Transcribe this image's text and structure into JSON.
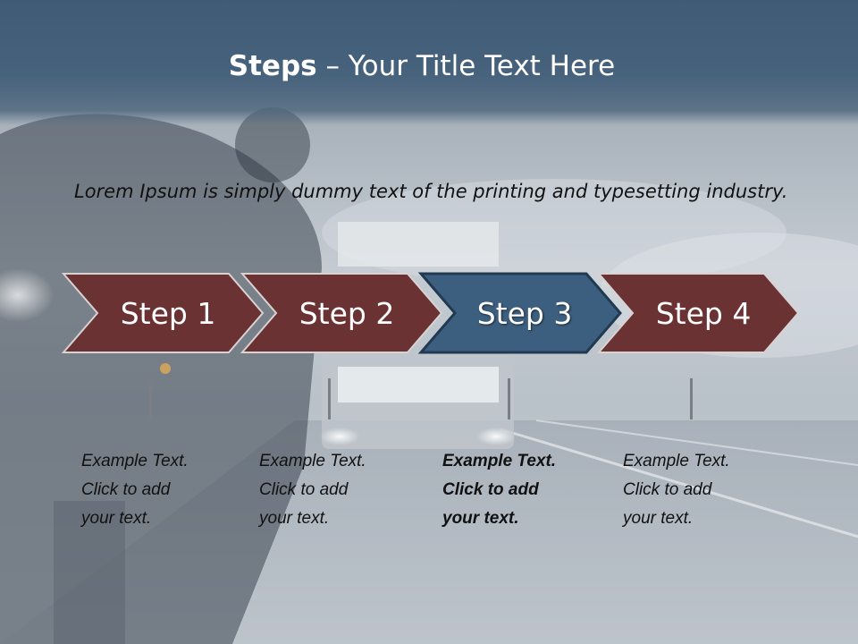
{
  "slide": {
    "title_bold": "Steps",
    "title_rest": " – Your Title Text Here",
    "intro": "Lorem Ipsum is simply dummy text of the printing and typesetting industry.",
    "colors": {
      "header": "#46617b",
      "step": "#6b3234",
      "step_active": "#3d5f7f"
    },
    "steps": [
      {
        "label": "Step 1",
        "text": "Example Text.\nClick  to add\nyour text.",
        "active": false
      },
      {
        "label": "Step 2",
        "text": "Example Text.\nClick  to add\nyour text.",
        "active": false
      },
      {
        "label": "Step 3",
        "text": "Example Text.\nClick  to add\nyour text.",
        "active": true
      },
      {
        "label": "Step 4",
        "text": "Example Text.\nClick  to add\nyour text.",
        "active": false
      }
    ]
  }
}
